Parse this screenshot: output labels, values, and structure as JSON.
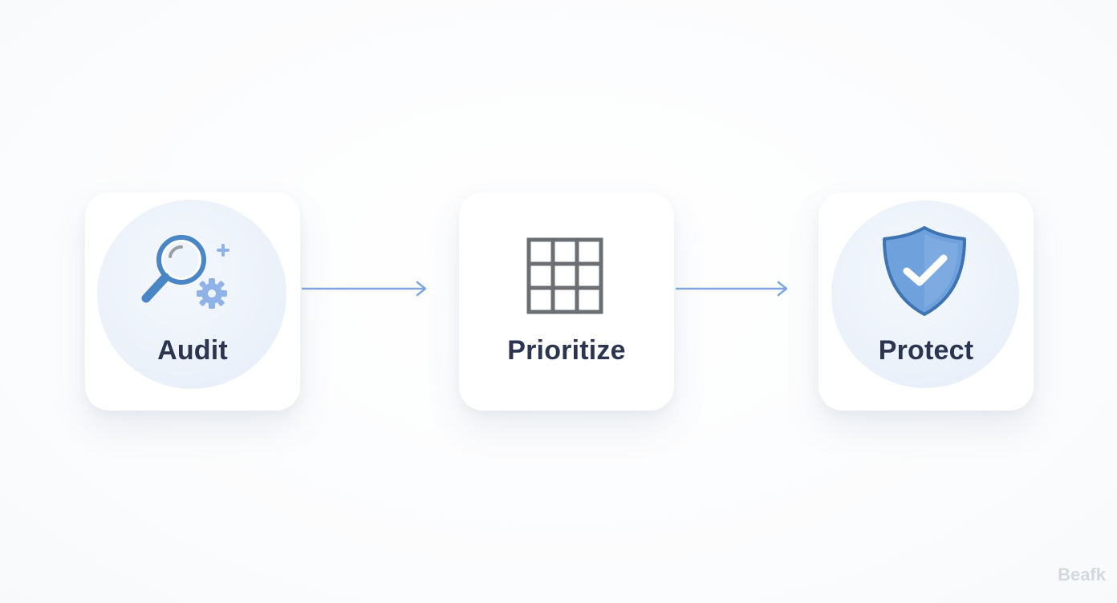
{
  "steps": [
    {
      "label": "Audit",
      "icon": "magnifier-gear-icon"
    },
    {
      "label": "Prioritize",
      "icon": "grid-icon"
    },
    {
      "label": "Protect",
      "icon": "shield-check-icon"
    }
  ],
  "connectors": [
    "arrow-right-icon",
    "arrow-right-icon"
  ],
  "watermark": "Beafk",
  "colors": {
    "accent_blue": "#4a86c5",
    "light_blue": "#8fb3e6",
    "shield_fill": "#6fa1dc",
    "grid_gray": "#6b6e73",
    "label_text": "#2c3550",
    "arrow": "#7fa6dc"
  }
}
